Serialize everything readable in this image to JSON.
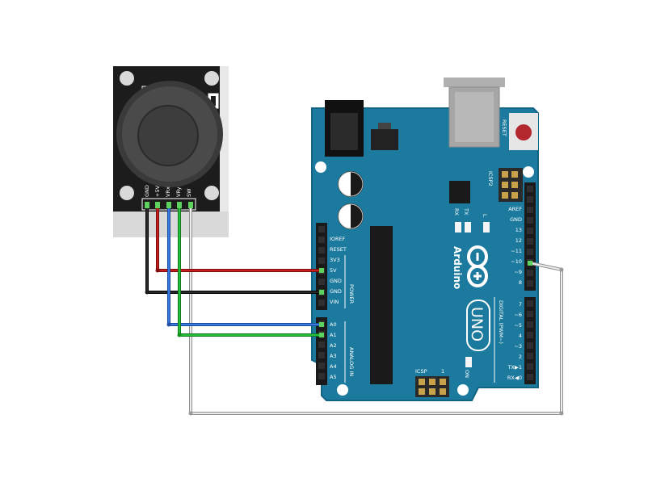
{
  "joystick": {
    "pins": [
      "GND",
      "+5V",
      "VRx",
      "VRy",
      "SW"
    ]
  },
  "arduino": {
    "brand": "Arduino",
    "model": "UNO",
    "reset_label": "RESET",
    "icsp2_label": "ICSP2",
    "icsp_label": "ICSP",
    "icsp_pin1": "1",
    "led_labels": [
      "TX",
      "RX",
      "L"
    ],
    "on_label": "ON",
    "power_header": [
      "IOREF",
      "RESET",
      "3V3",
      "5V",
      "GND",
      "GND",
      "VIN"
    ],
    "power_title": "POWER",
    "analog_header": [
      "A0",
      "A1",
      "A2",
      "A3",
      "A4",
      "A5"
    ],
    "analog_title": "ANALOG IN",
    "digital_upper": [
      "AREF",
      "GND",
      "13",
      "12",
      "~11",
      "~10",
      "~9",
      "8"
    ],
    "digital_lower": [
      "7",
      "~6",
      "~5",
      "4",
      "~3",
      "2",
      "TX▶1",
      "RX◀0"
    ],
    "digital_title": "DIGITAL (PWM~)"
  },
  "colors": {
    "board": "#1b7a9e",
    "board_edge": "#136384",
    "joystick_board": "#1c1c1c",
    "wire_5v": "#c01818",
    "wire_gnd": "#1a1a1a",
    "wire_a0": "#2f6fd0",
    "wire_a1": "#1aa82a",
    "wire_sw": "#dcdcdc"
  }
}
